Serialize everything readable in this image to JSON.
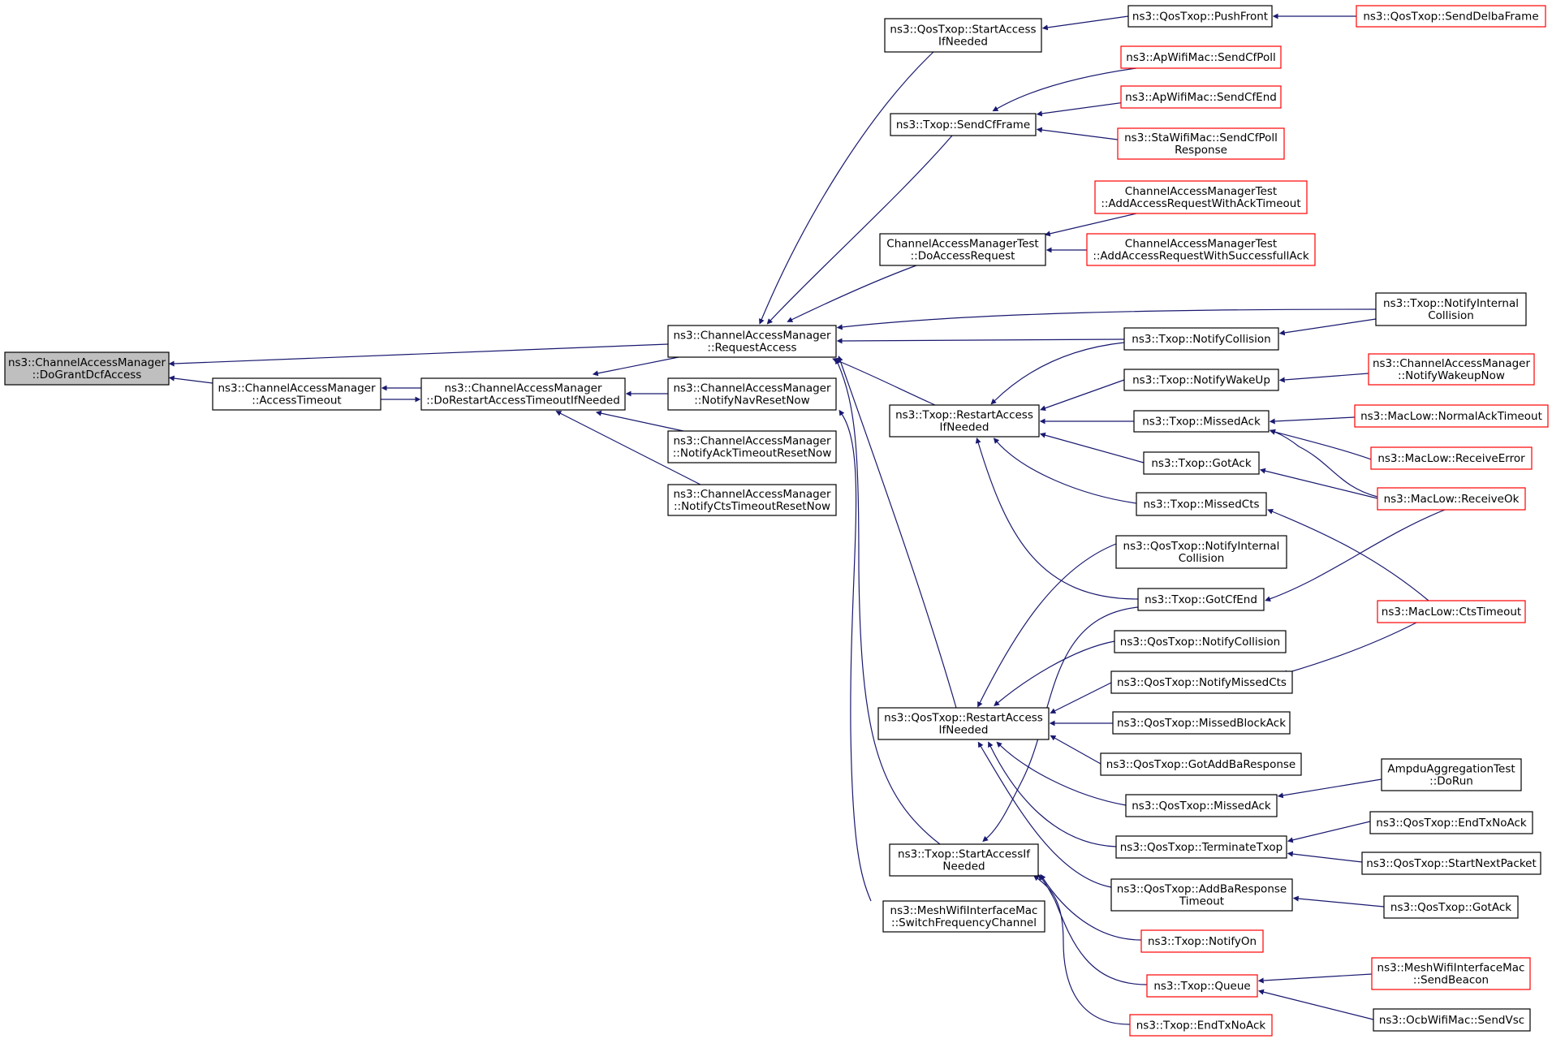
{
  "colors": {
    "edge": "#191970",
    "highlight_fill": "#bfbfbf",
    "normal_border": "#000000",
    "truncated_border": "#ff0000"
  },
  "nodes": [
    {
      "id": "root",
      "lines": [
        "ns3::ChannelAccessManager",
        "::DoGrantDcfAccess"
      ],
      "style": "root"
    },
    {
      "id": "accessTimeout",
      "lines": [
        "ns3::ChannelAccessManager",
        "::AccessTimeout"
      ],
      "style": "normal"
    },
    {
      "id": "doRestart",
      "lines": [
        "ns3::ChannelAccessManager",
        "::DoRestartAccessTimeoutIfNeeded"
      ],
      "style": "normal"
    },
    {
      "id": "requestAccess",
      "lines": [
        "ns3::ChannelAccessManager",
        "::RequestAccess"
      ],
      "style": "normal"
    },
    {
      "id": "notifyNav",
      "lines": [
        "ns3::ChannelAccessManager",
        "::NotifyNavResetNow"
      ],
      "style": "normal"
    },
    {
      "id": "notifyAckTo",
      "lines": [
        "ns3::ChannelAccessManager",
        "::NotifyAckTimeoutResetNow"
      ],
      "style": "normal"
    },
    {
      "id": "notifyCtsTo",
      "lines": [
        "ns3::ChannelAccessManager",
        "::NotifyCtsTimeoutResetNow"
      ],
      "style": "normal"
    },
    {
      "id": "qosStartAccess",
      "lines": [
        "ns3::QosTxop::StartAccess",
        "IfNeeded"
      ],
      "style": "normal"
    },
    {
      "id": "sendCfFrame",
      "lines": [
        "ns3::Txop::SendCfFrame"
      ],
      "style": "normal"
    },
    {
      "id": "camtDoAccess",
      "lines": [
        "ChannelAccessManagerTest",
        "::DoAccessRequest"
      ],
      "style": "normal"
    },
    {
      "id": "txopRestart",
      "lines": [
        "ns3::Txop::RestartAccess",
        "IfNeeded"
      ],
      "style": "normal"
    },
    {
      "id": "qosRestart",
      "lines": [
        "ns3::QosTxop::RestartAccess",
        "IfNeeded"
      ],
      "style": "normal"
    },
    {
      "id": "txopStartAccess",
      "lines": [
        "ns3::Txop::StartAccessIf",
        "Needed"
      ],
      "style": "normal"
    },
    {
      "id": "meshSwitch",
      "lines": [
        "ns3::MeshWifiInterfaceMac",
        "::SwitchFrequencyChannel"
      ],
      "style": "normal"
    },
    {
      "id": "pushFront",
      "lines": [
        "ns3::QosTxop::PushFront"
      ],
      "style": "normal"
    },
    {
      "id": "sendDelba",
      "lines": [
        "ns3::QosTxop::SendDelbaFrame"
      ],
      "style": "red"
    },
    {
      "id": "sendCfPoll",
      "lines": [
        "ns3::ApWifiMac::SendCfPoll"
      ],
      "style": "red"
    },
    {
      "id": "sendCfEnd",
      "lines": [
        "ns3::ApWifiMac::SendCfEnd"
      ],
      "style": "red"
    },
    {
      "id": "sendCfPollResp",
      "lines": [
        "ns3::StaWifiMac::SendCfPoll",
        "Response"
      ],
      "style": "red"
    },
    {
      "id": "addAckTimeout",
      "lines": [
        "ChannelAccessManagerTest",
        "::AddAccessRequestWithAckTimeout"
      ],
      "style": "red"
    },
    {
      "id": "addSuccessAck",
      "lines": [
        "ChannelAccessManagerTest",
        "::AddAccessRequestWithSuccessfullAck"
      ],
      "style": "red"
    },
    {
      "id": "txopNotifyIntColl",
      "lines": [
        "ns3::Txop::NotifyInternal",
        "Collision"
      ],
      "style": "normal"
    },
    {
      "id": "txopNotifyColl",
      "lines": [
        "ns3::Txop::NotifyCollision"
      ],
      "style": "normal"
    },
    {
      "id": "txopNotifyWake",
      "lines": [
        "ns3::Txop::NotifyWakeUp"
      ],
      "style": "normal"
    },
    {
      "id": "camNotifyWake",
      "lines": [
        "ns3::ChannelAccessManager",
        "::NotifyWakeupNow"
      ],
      "style": "red"
    },
    {
      "id": "txopMissedAck",
      "lines": [
        "ns3::Txop::MissedAck"
      ],
      "style": "normal"
    },
    {
      "id": "normalAckTo",
      "lines": [
        "ns3::MacLow::NormalAckTimeout"
      ],
      "style": "red"
    },
    {
      "id": "receiveError",
      "lines": [
        "ns3::MacLow::ReceiveError"
      ],
      "style": "red"
    },
    {
      "id": "txopGotAck",
      "lines": [
        "ns3::Txop::GotAck"
      ],
      "style": "normal"
    },
    {
      "id": "receiveOk",
      "lines": [
        "ns3::MacLow::ReceiveOk"
      ],
      "style": "red"
    },
    {
      "id": "txopMissedCts",
      "lines": [
        "ns3::Txop::MissedCts"
      ],
      "style": "normal"
    },
    {
      "id": "qosNotifyIntColl",
      "lines": [
        "ns3::QosTxop::NotifyInternal",
        "Collision"
      ],
      "style": "normal"
    },
    {
      "id": "gotCfEnd",
      "lines": [
        "ns3::Txop::GotCfEnd"
      ],
      "style": "normal"
    },
    {
      "id": "ctsTimeout",
      "lines": [
        "ns3::MacLow::CtsTimeout"
      ],
      "style": "red"
    },
    {
      "id": "qosNotifyColl",
      "lines": [
        "ns3::QosTxop::NotifyCollision"
      ],
      "style": "normal"
    },
    {
      "id": "qosNotifyMissedCts",
      "lines": [
        "ns3::QosTxop::NotifyMissedCts"
      ],
      "style": "normal"
    },
    {
      "id": "qosMissedBlockAck",
      "lines": [
        "ns3::QosTxop::MissedBlockAck"
      ],
      "style": "normal"
    },
    {
      "id": "qosGotAddBa",
      "lines": [
        "ns3::QosTxop::GotAddBaResponse"
      ],
      "style": "normal"
    },
    {
      "id": "qosMissedAck",
      "lines": [
        "ns3::QosTxop::MissedAck"
      ],
      "style": "normal"
    },
    {
      "id": "ampduDoRun",
      "lines": [
        "AmpduAggregationTest",
        "::DoRun"
      ],
      "style": "normal"
    },
    {
      "id": "qosTerminate",
      "lines": [
        "ns3::QosTxop::TerminateTxop"
      ],
      "style": "normal"
    },
    {
      "id": "qosEndTxNoAck",
      "lines": [
        "ns3::QosTxop::EndTxNoAck"
      ],
      "style": "normal"
    },
    {
      "id": "qosStartNext",
      "lines": [
        "ns3::QosTxop::StartNextPacket"
      ],
      "style": "normal"
    },
    {
      "id": "qosAddBaTimeout",
      "lines": [
        "ns3::QosTxop::AddBaResponse",
        "Timeout"
      ],
      "style": "normal"
    },
    {
      "id": "qosGotAck",
      "lines": [
        "ns3::QosTxop::GotAck"
      ],
      "style": "normal"
    },
    {
      "id": "txopNotifyOn",
      "lines": [
        "ns3::Txop::NotifyOn"
      ],
      "style": "red"
    },
    {
      "id": "txopQueue",
      "lines": [
        "ns3::Txop::Queue"
      ],
      "style": "red"
    },
    {
      "id": "meshSendBeacon",
      "lines": [
        "ns3::MeshWifiInterfaceMac",
        "::SendBeacon"
      ],
      "style": "red"
    },
    {
      "id": "ocbSendVsc",
      "lines": [
        "ns3::OcbWifiMac::SendVsc"
      ],
      "style": "normal"
    },
    {
      "id": "txopEndTxNoAck",
      "lines": [
        "ns3::Txop::EndTxNoAck"
      ],
      "style": "red"
    }
  ],
  "edges": [
    [
      "root",
      "accessTimeout"
    ],
    [
      "root",
      "requestAccess"
    ],
    [
      "accessTimeout",
      "doRestart"
    ],
    [
      "doRestart",
      "accessTimeout"
    ],
    [
      "doRestart",
      "requestAccess"
    ],
    [
      "doRestart",
      "notifyNav"
    ],
    [
      "doRestart",
      "notifyAckTo"
    ],
    [
      "doRestart",
      "notifyCtsTo"
    ],
    [
      "requestAccess",
      "qosStartAccess"
    ],
    [
      "requestAccess",
      "sendCfFrame"
    ],
    [
      "requestAccess",
      "camtDoAccess"
    ],
    [
      "requestAccess",
      "txopNotifyIntColl"
    ],
    [
      "requestAccess",
      "txopNotifyColl"
    ],
    [
      "requestAccess",
      "txopRestart"
    ],
    [
      "requestAccess",
      "qosRestart"
    ],
    [
      "requestAccess",
      "txopStartAccess"
    ],
    [
      "notifyNav",
      "meshSwitch"
    ],
    [
      "qosStartAccess",
      "pushFront"
    ],
    [
      "pushFront",
      "sendDelba"
    ],
    [
      "sendCfFrame",
      "sendCfPoll"
    ],
    [
      "sendCfFrame",
      "sendCfEnd"
    ],
    [
      "sendCfFrame",
      "sendCfPollResp"
    ],
    [
      "camtDoAccess",
      "addAckTimeout"
    ],
    [
      "camtDoAccess",
      "addSuccessAck"
    ],
    [
      "txopNotifyColl",
      "txopNotifyIntColl"
    ],
    [
      "txopRestart",
      "txopNotifyColl"
    ],
    [
      "txopRestart",
      "txopNotifyWake"
    ],
    [
      "txopRestart",
      "txopMissedAck"
    ],
    [
      "txopRestart",
      "txopGotAck"
    ],
    [
      "txopRestart",
      "txopMissedCts"
    ],
    [
      "txopRestart",
      "gotCfEnd"
    ],
    [
      "txopNotifyWake",
      "camNotifyWake"
    ],
    [
      "txopMissedAck",
      "normalAckTo"
    ],
    [
      "txopMissedAck",
      "receiveError"
    ],
    [
      "txopMissedAck",
      "receiveOk"
    ],
    [
      "txopGotAck",
      "receiveOk"
    ],
    [
      "txopMissedCts",
      "ctsTimeout"
    ],
    [
      "gotCfEnd",
      "receiveOk"
    ],
    [
      "qosRestart",
      "qosNotifyIntColl"
    ],
    [
      "qosRestart",
      "qosNotifyColl"
    ],
    [
      "qosRestart",
      "qosNotifyMissedCts"
    ],
    [
      "qosRestart",
      "qosMissedBlockAck"
    ],
    [
      "qosRestart",
      "qosGotAddBa"
    ],
    [
      "qosRestart",
      "qosMissedAck"
    ],
    [
      "qosRestart",
      "qosTerminate"
    ],
    [
      "qosRestart",
      "qosAddBaTimeout"
    ],
    [
      "qosNotifyMissedCts",
      "ctsTimeout"
    ],
    [
      "qosMissedAck",
      "ampduDoRun"
    ],
    [
      "qosTerminate",
      "qosEndTxNoAck"
    ],
    [
      "qosTerminate",
      "qosStartNext"
    ],
    [
      "qosAddBaTimeout",
      "qosGotAck"
    ],
    [
      "txopStartAccess",
      "gotCfEnd"
    ],
    [
      "txopStartAccess",
      "txopNotifyOn"
    ],
    [
      "txopStartAccess",
      "txopQueue"
    ],
    [
      "txopStartAccess",
      "txopEndTxNoAck"
    ],
    [
      "txopQueue",
      "meshSendBeacon"
    ],
    [
      "txopQueue",
      "ocbSendVsc"
    ]
  ]
}
